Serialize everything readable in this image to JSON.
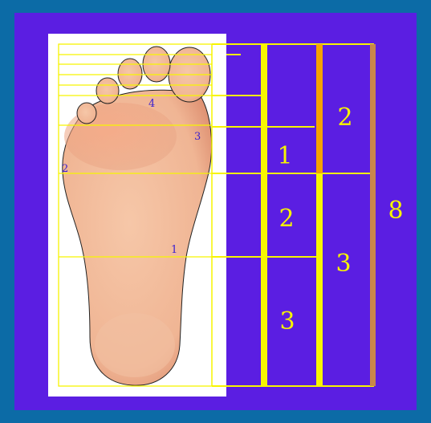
{
  "colors": {
    "frame": "#0c6ba6",
    "panel": "#5b1ee2",
    "photo_bg": "#ffffff",
    "line": "#f7f500",
    "orange": "#f5a300",
    "brown": "#c9874b",
    "point_label": "#3a1fd0",
    "skin_light": "#f2bd9b",
    "skin_dark": "#dc8a6a",
    "outline": "#222222"
  },
  "foot_points": [
    {
      "id": "1",
      "label": "1"
    },
    {
      "id": "2",
      "label": "2"
    },
    {
      "id": "3",
      "label": "3"
    },
    {
      "id": "4",
      "label": "4"
    }
  ],
  "segments": {
    "col_a": [
      {
        "label": "1"
      },
      {
        "label": "2"
      },
      {
        "label": "3"
      }
    ],
    "col_b": [
      {
        "label": "2"
      },
      {
        "label": "3"
      }
    ],
    "total": {
      "label": "8"
    }
  }
}
